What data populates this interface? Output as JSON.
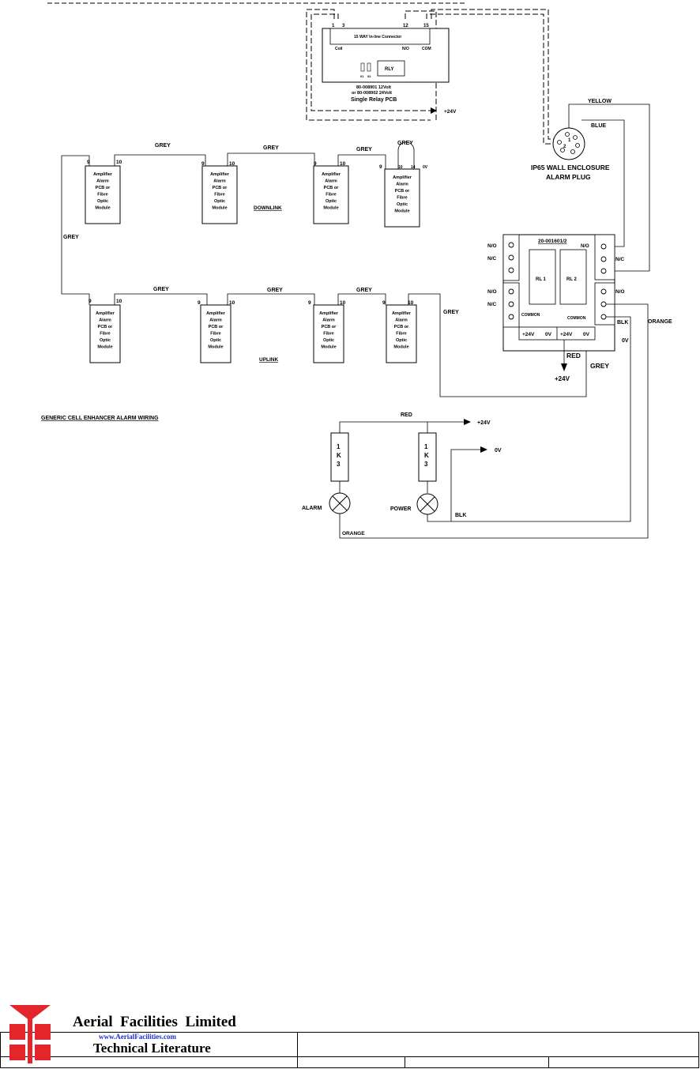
{
  "diagram": {
    "title": "GENERIC CELL ENHANCER ALARM WIRING",
    "connector": {
      "title": "15 WAY In-line Connector",
      "pins": [
        "1",
        "3",
        "12",
        "15"
      ],
      "coil": "Coil",
      "no": "N/O",
      "com": "COM",
      "rly": "RLY",
      "switch_labels": [
        "01",
        "02"
      ],
      "part_12v": "80-008901 12Volt",
      "part_24v": "or 80-008902 24Volt",
      "pcb_name": "Single Relay PCB",
      "plus24": "+24V"
    },
    "module_text": [
      "Amplifier",
      "Alarm",
      "PCB or",
      "Fibre",
      "Optic",
      "Module"
    ],
    "downlink_label": "DOWNLINK",
    "uplink_label": "UPLINK",
    "pin_labels": {
      "p9": "9",
      "p10": "10",
      "p14": "14",
      "p0v": "0V"
    },
    "wire_labels": {
      "grey": "GREY",
      "yellow": "YELLOW",
      "blue": "BLUE",
      "orange": "ORANGE",
      "blk": "BLK",
      "red": "RED",
      "zero_v": "0V",
      "plus24": "+24V"
    },
    "plug": {
      "title_line1": "IP65 WALL ENCLOSURE",
      "title_line2": "ALARM PLUG",
      "pin1": "1",
      "pin2": "2"
    },
    "relay": {
      "part": "20-001601/2",
      "no": "N/O",
      "nc": "N/C",
      "common": "COMMON",
      "rl1": "RL 1",
      "rl2": "RL 2",
      "v24": "+24V",
      "v0": "0V"
    },
    "lamps": {
      "resistor_chars": [
        "1",
        "K",
        "3"
      ],
      "alarm": "ALARM",
      "power": "POWER"
    }
  },
  "footer": {
    "company": "Aerial  Facilities  Limited",
    "website": "www.AerialFacilities.com",
    "subtitle": "Technical Literature",
    "brand_color": "#e3262c",
    "website_color": "#1a2fd6"
  }
}
